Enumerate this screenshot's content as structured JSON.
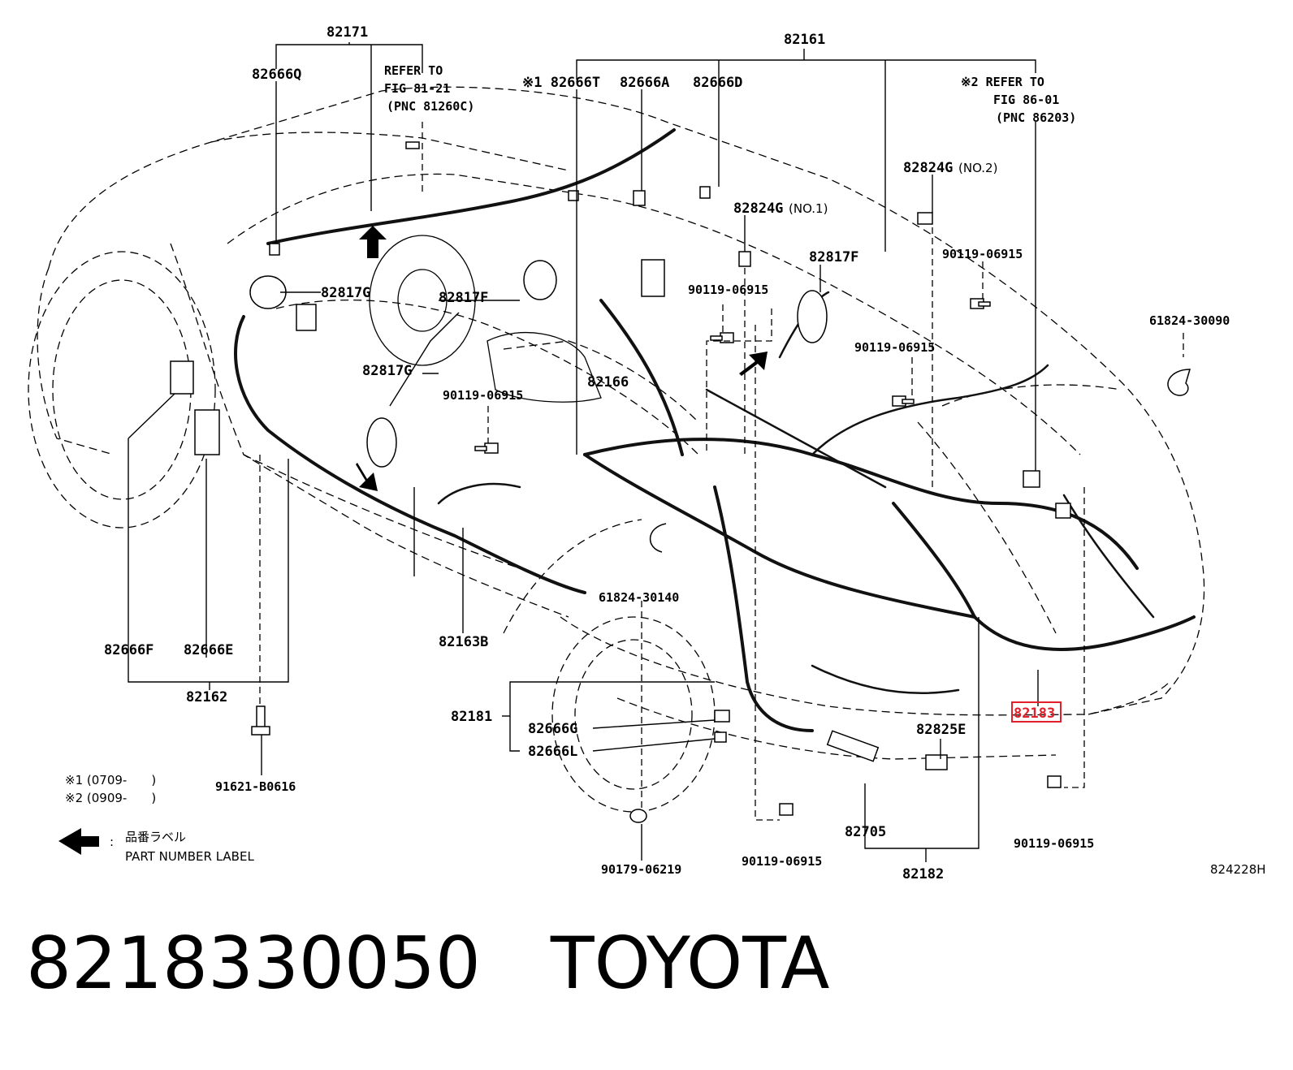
{
  "diagram": {
    "callouts": {
      "p82171": "82171",
      "p82161": "82161",
      "p82666Q": "82666Q",
      "refer_81_l1": "REFER TO",
      "refer_81_l2": "FIG 81-21",
      "refer_81_l3": "(PNC 81260C)",
      "p82666T": "※1 82666T",
      "p82666A": "82666A",
      "p82666D": "82666D",
      "refer_86_l1": "※2 REFER TO",
      "refer_86_l2": "FIG 86-01",
      "refer_86_l3": "(PNC 86203)",
      "p82824G_no2": "82824G",
      "p82824G_no2_sub": "(NO.2)",
      "p82824G_no1": "82824G",
      "p82824G_no1_sub": "(NO.1)",
      "p82817F_right": "82817F",
      "p90119_a": "90119-06915",
      "p61824_30090": "61824-30090",
      "p82817G_top": "82817G",
      "p82817F_mid": "82817F",
      "p90119_b": "90119-06915",
      "p90119_c": "90119-06915",
      "p82817G_mid": "82817G",
      "p90119_d": "90119-06915",
      "p82166": "82166",
      "p61824_30140": "61824-30140",
      "p82163B": "82163B",
      "p82666F": "82666F",
      "p82666E": "82666E",
      "p82162": "82162",
      "p82181": "82181",
      "p82666G": "82666G",
      "p82666L": "82666L",
      "p82183": "82183",
      "p82825E": "82825E",
      "p91621": "91621-B0616",
      "p82705": "82705",
      "p90179": "90179-06219",
      "p90119_e": "90119-06915",
      "p90119_f": "90119-06915",
      "p82182": "82182",
      "illustration_no": "824228H"
    },
    "notes": {
      "note1": "※1 (0709-　　)",
      "note2": "※2 (0909-　　)",
      "legend_jp": "品番ラベル",
      "legend_colon": ":",
      "legend_en": "PART NUMBER LABEL"
    },
    "highlight_color": "#e0202a"
  },
  "caption": {
    "part_number": "8218330050",
    "brand": "TOYOTA"
  }
}
